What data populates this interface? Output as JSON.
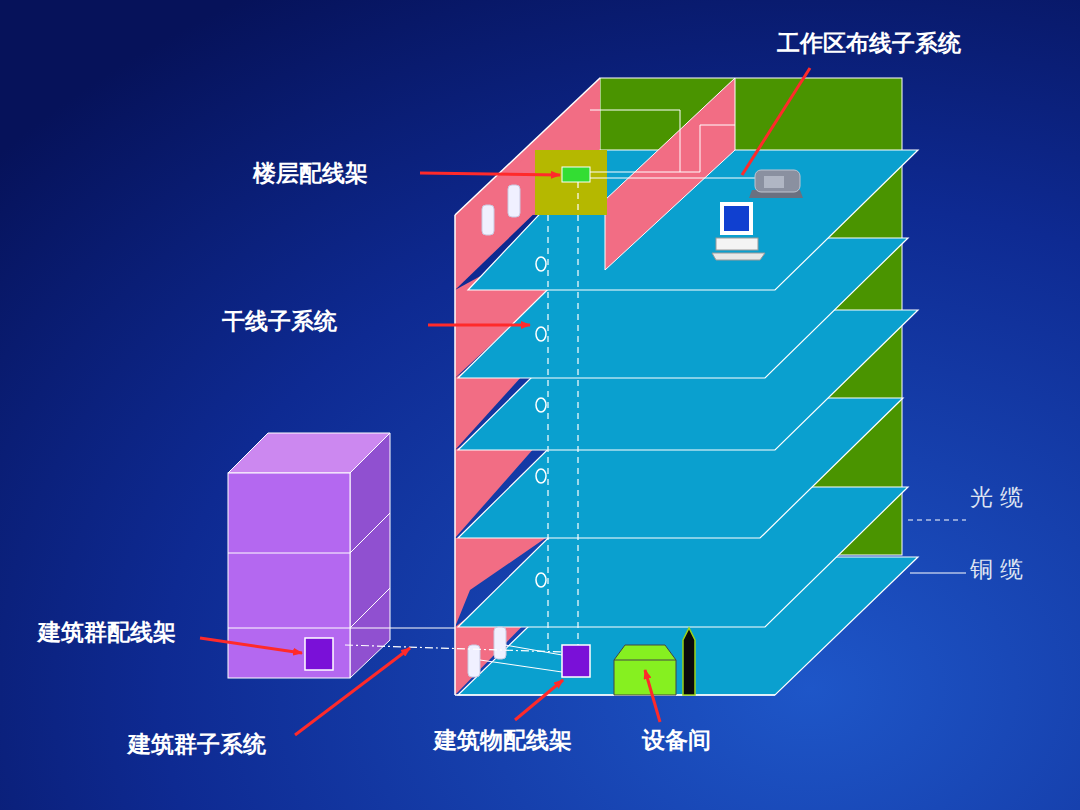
{
  "diagram": {
    "labels": [
      "工作区布线子系统",
      "楼层配线架",
      "干线子系统",
      "建筑群配线架",
      "建筑群子系统",
      "建筑物配线架",
      "设备间"
    ],
    "legend": [
      {
        "text": "光 缆"
      },
      {
        "text": "铜 缆"
      }
    ]
  }
}
